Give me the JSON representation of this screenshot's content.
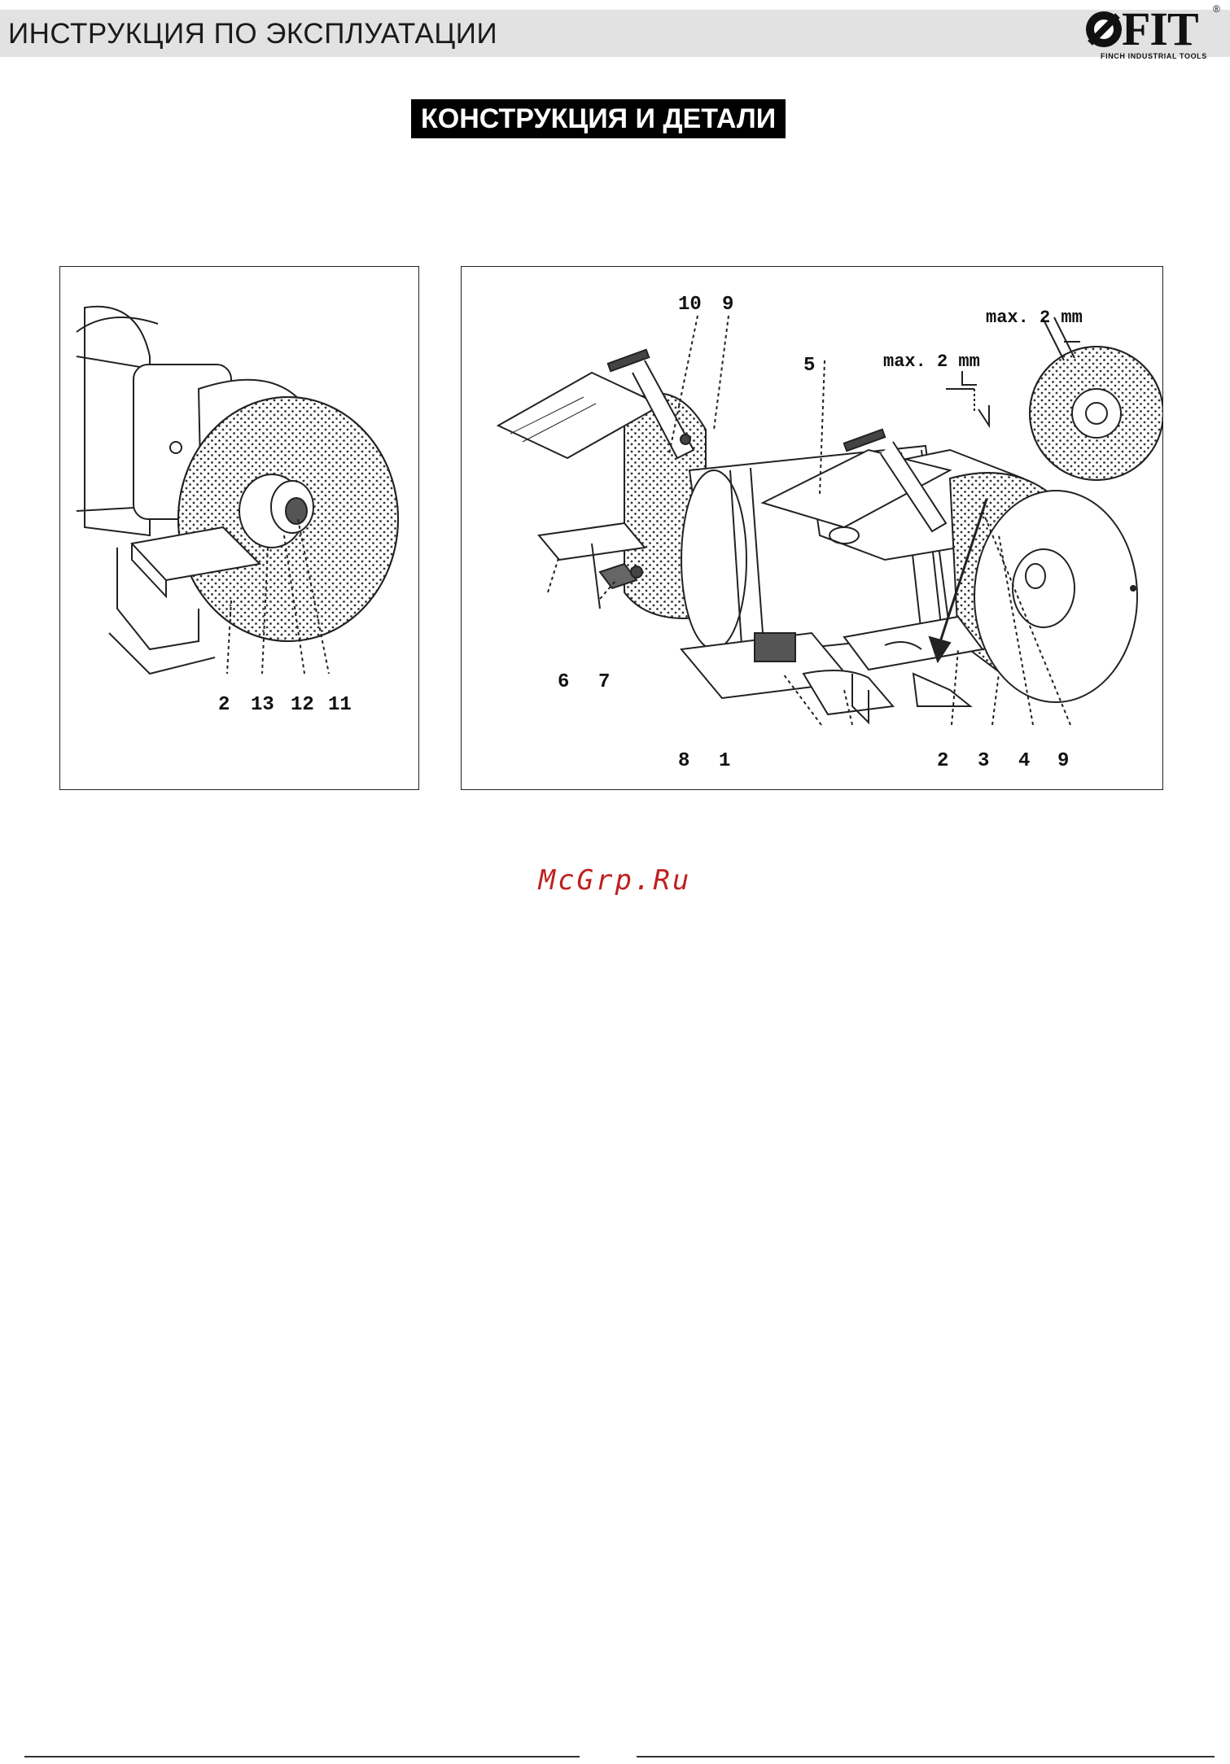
{
  "header": {
    "title": "ИНСТРУКЦИЯ ПО ЭКСПЛУАТАЦИИ",
    "logo": {
      "wordmark": "FIT",
      "tagline": "FINCH INDUSTRIAL TOOLS",
      "registered": "®"
    }
  },
  "section": {
    "heading": "КОНСТРУКЦИЯ И ДЕТАЛИ"
  },
  "figure_left": {
    "callouts": [
      "2",
      "13",
      "12",
      "11"
    ]
  },
  "figure_right": {
    "callouts_top": [
      "10",
      "9",
      "5"
    ],
    "callouts_left": [
      "6",
      "7"
    ],
    "callouts_bottom": [
      "8",
      "1",
      "2",
      "3",
      "4",
      "9"
    ],
    "gap_label_1": "max. 2 mm",
    "gap_label_2": "max. 2 mm"
  },
  "watermark": "McGrp.Ru"
}
